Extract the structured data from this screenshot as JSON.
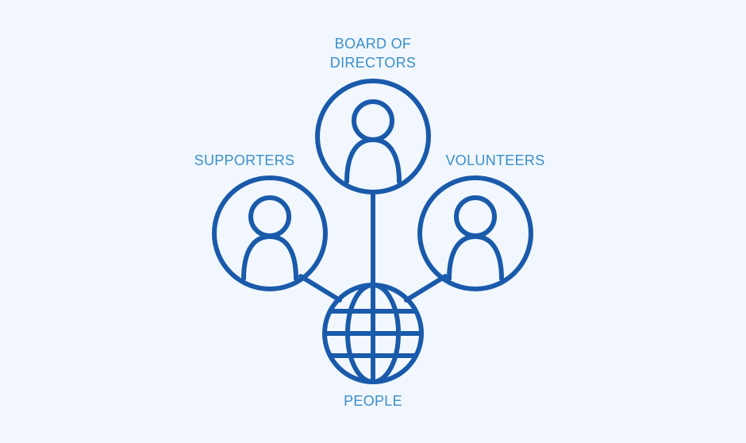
{
  "labels": {
    "board": [
      "BOARD OF",
      "DIRECTORS"
    ],
    "supporters": "SUPPORTERS",
    "volunteers": "VOLUNTEERS",
    "people": "PEOPLE"
  },
  "colors": {
    "background": "#f1f7fd",
    "stroke": "#1a5aab",
    "label": "#3a8fc9"
  },
  "icons": {
    "person": "person-in-circle-icon",
    "center": "globe-icon"
  }
}
